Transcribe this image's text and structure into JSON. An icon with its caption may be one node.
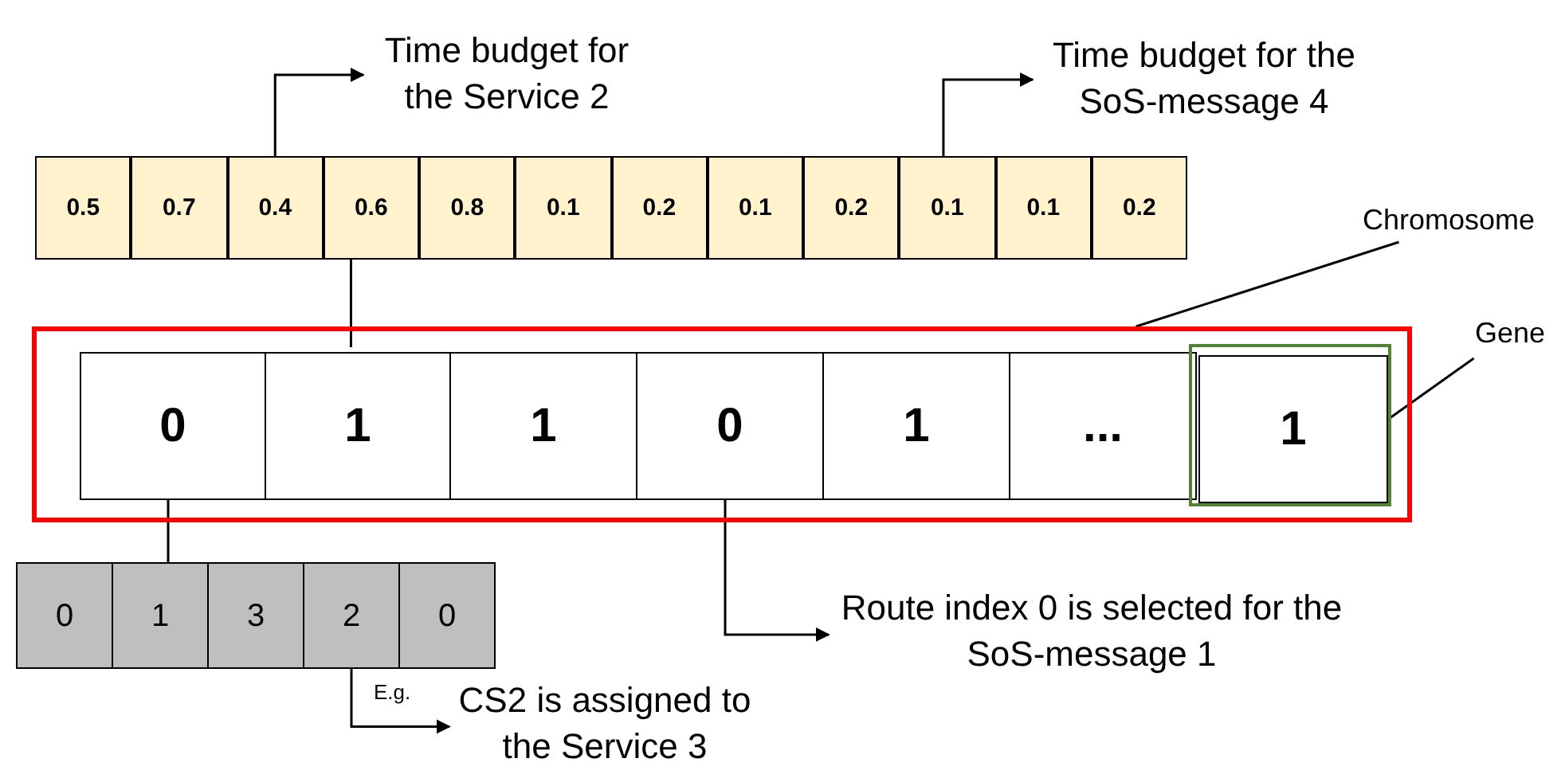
{
  "diagram": {
    "nodes": [
      {
        "text": [
          "0.5"
        ]
      },
      {
        "text": [
          "0.7"
        ]
      },
      {
        "text": [
          "0.4"
        ]
      },
      {
        "text": [
          "0.6"
        ]
      },
      {
        "text": [
          "0.8"
        ]
      },
      {
        "text": [
          "0.1"
        ]
      },
      {
        "text": [
          "0.2"
        ]
      },
      {
        "text": [
          "0.1"
        ]
      },
      {
        "text": [
          "0.2"
        ]
      },
      {
        "text": [
          "0.1"
        ]
      },
      {
        "text": [
          "0.1"
        ]
      },
      {
        "text": [
          "0.2"
        ]
      },
      {
        "text": [
          "Time budget for the Service 2"
        ]
      },
      {
        "text": [
          "Time budget for the SoS-message 4"
        ]
      },
      {
        "text": [
          "Chromosome"
        ]
      },
      {
        "text": [],
        "shape": "box"
      },
      {
        "text": [
          "0"
        ],
        "in": 15
      },
      {
        "text": [
          "1"
        ],
        "in": 15
      },
      {
        "text": [
          "1"
        ],
        "in": 15
      },
      {
        "text": [
          "0"
        ],
        "in": 15
      },
      {
        "text": [
          "1"
        ],
        "in": 15
      },
      {
        "text": [
          "..."
        ],
        "in": 15
      },
      {
        "text": [],
        "shape": "box",
        "in": 15
      },
      {
        "text": [
          "1"
        ],
        "in": 22
      },
      {
        "text": [
          "Gene"
        ]
      },
      {
        "text": [
          "0"
        ]
      },
      {
        "text": [
          "1"
        ]
      },
      {
        "text": [
          "3"
        ]
      },
      {
        "text": [
          "2"
        ]
      },
      {
        "text": [
          "0"
        ]
      },
      {
        "text": [
          "Route index 0 is selected for the SoS-message 1"
        ]
      },
      {
        "text": [
          "CS2 is assigned to the Service 3"
        ]
      }
    ],
    "edges": [
      {
        "from": 2,
        "to": 12,
        "arrow": "to"
      },
      {
        "from": 9,
        "to": 13,
        "arrow": "to"
      },
      {
        "from": 3,
        "to": 17,
        "arrow": "none"
      },
      {
        "from": 14,
        "to": 15,
        "arrow": "none"
      },
      {
        "from": 24,
        "to": 22,
        "arrow": "none"
      },
      {
        "from": 16,
        "to": 26,
        "arrow": "none"
      },
      {
        "from": 19,
        "to": 30,
        "arrow": "to"
      },
      {
        "from": 28,
        "to": 31,
        "arrow": "to",
        "label": "E.g."
      }
    ]
  }
}
